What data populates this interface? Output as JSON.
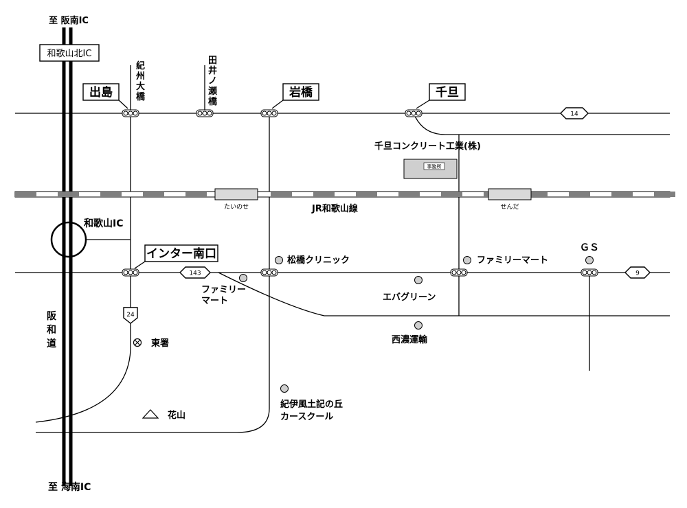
{
  "highway": {
    "name": "阪和道",
    "to_north": "至 阪南IC",
    "to_south": "至 海南IC",
    "north_ic": "和歌山北IC",
    "interchange": "和歌山IC"
  },
  "railway": {
    "name": "JR和歌山線",
    "stations": [
      "たいのせ",
      "せんだ"
    ]
  },
  "intersections": [
    {
      "name": "出島",
      "boxed": true
    },
    {
      "name": "紀州大橋",
      "boxed": false
    },
    {
      "name": "田井ノ瀬橋",
      "boxed": false
    },
    {
      "name": "岩橋",
      "boxed": true
    },
    {
      "name": "千旦",
      "boxed": true
    },
    {
      "name": "インター南口",
      "boxed": true
    }
  ],
  "route_shields": [
    "14",
    "143",
    "9",
    "24"
  ],
  "landmarks": {
    "company": "千旦コンクリート工業(株)",
    "office": "事務所",
    "clinic": "松橋クリニック",
    "familymart_1": "ファミリーマート",
    "familymart_2_line1": "ファミリー",
    "familymart_2_line2": "マート",
    "gs": "ＧＳ",
    "evergreen": "エバグリーン",
    "seino": "西濃運輸",
    "police": "東署",
    "hanayama": "花山",
    "school_line1": "紀伊風土記の丘",
    "school_line2": "カースクール"
  }
}
